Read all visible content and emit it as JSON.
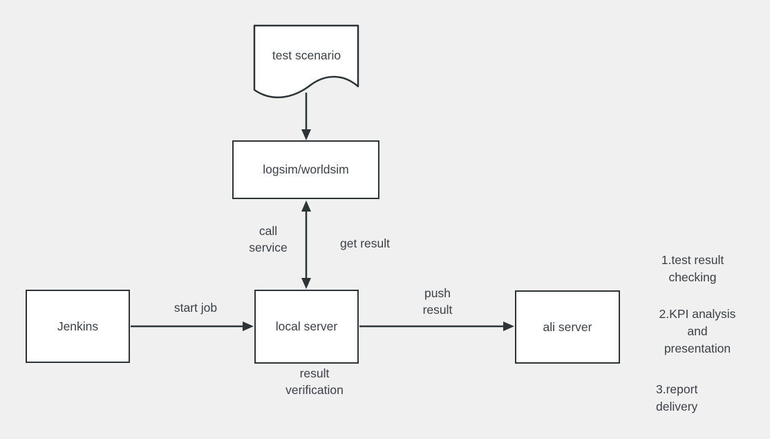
{
  "colors": {
    "background": "#f0f0f0",
    "node_fill": "#ffffff",
    "stroke": "#2d3436",
    "text": "#3a4045"
  },
  "nodes": {
    "test_scenario": "test scenario",
    "logsim": "logsim/worldsim",
    "jenkins": "Jenkins",
    "local_server": "local server",
    "ali_server": "ali server"
  },
  "edges": {
    "call_service": {
      "line1": "call",
      "line2": "service"
    },
    "get_result": "get result",
    "start_job": "start job",
    "push_result": {
      "line1": "push",
      "line2": "result"
    },
    "result_verification": {
      "line1": "result",
      "line2": "verification"
    }
  },
  "notes": {
    "item1": {
      "line1": "1.test result",
      "line2": "checking"
    },
    "item2": {
      "line1": "2.KPI analysis",
      "line2": "and",
      "line3": "presentation"
    },
    "item3": {
      "line1": "3.report",
      "line2": "delivery"
    }
  }
}
